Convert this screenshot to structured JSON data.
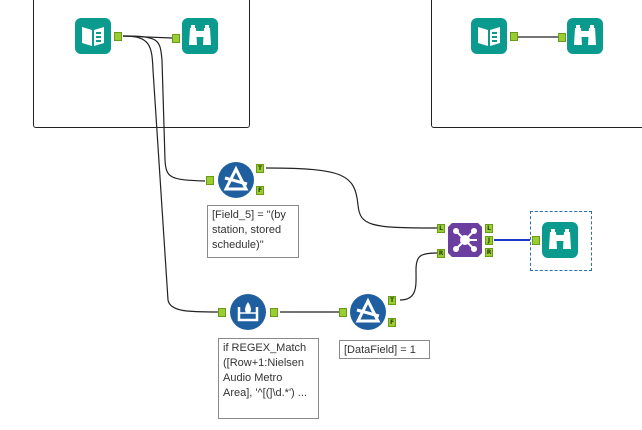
{
  "canvas": {
    "background": "#ffffff",
    "wire_color": "#222222",
    "selected_wire_color": "#1a35c9"
  },
  "colors": {
    "teal_tool": "#0b9a8e",
    "blue_tool": "#1f5fa0",
    "purple_tool": "#6b3fa0",
    "anchor_green": "#9acd32"
  },
  "tools": [
    {
      "name": "input-tool-1",
      "icon": "book-input-icon"
    },
    {
      "name": "browse-tool-1",
      "icon": "binoculars-icon"
    },
    {
      "name": "input-tool-2",
      "icon": "book-input-icon"
    },
    {
      "name": "browse-tool-2",
      "icon": "binoculars-icon"
    },
    {
      "name": "filter-tool-1",
      "icon": "filter-icon"
    },
    {
      "name": "data-cleansing-tool",
      "icon": "cleanse-icon"
    },
    {
      "name": "filter-tool-2",
      "icon": "filter-icon"
    },
    {
      "name": "join-tool",
      "icon": "join-icon"
    },
    {
      "name": "browse-tool-3",
      "icon": "binoculars-icon"
    }
  ],
  "anchors": {
    "T": "T",
    "F": "F",
    "L": "L",
    "J": "J",
    "R": "R"
  },
  "annotations": {
    "filter1": "[Field_5] = \"(by station, stored schedule)\"",
    "cleanse": "if REGEX_Match ([Row+1:Nielsen Audio Metro Area], '^[(]\\d.*') ...",
    "filter2": "[DataField] = 1"
  }
}
